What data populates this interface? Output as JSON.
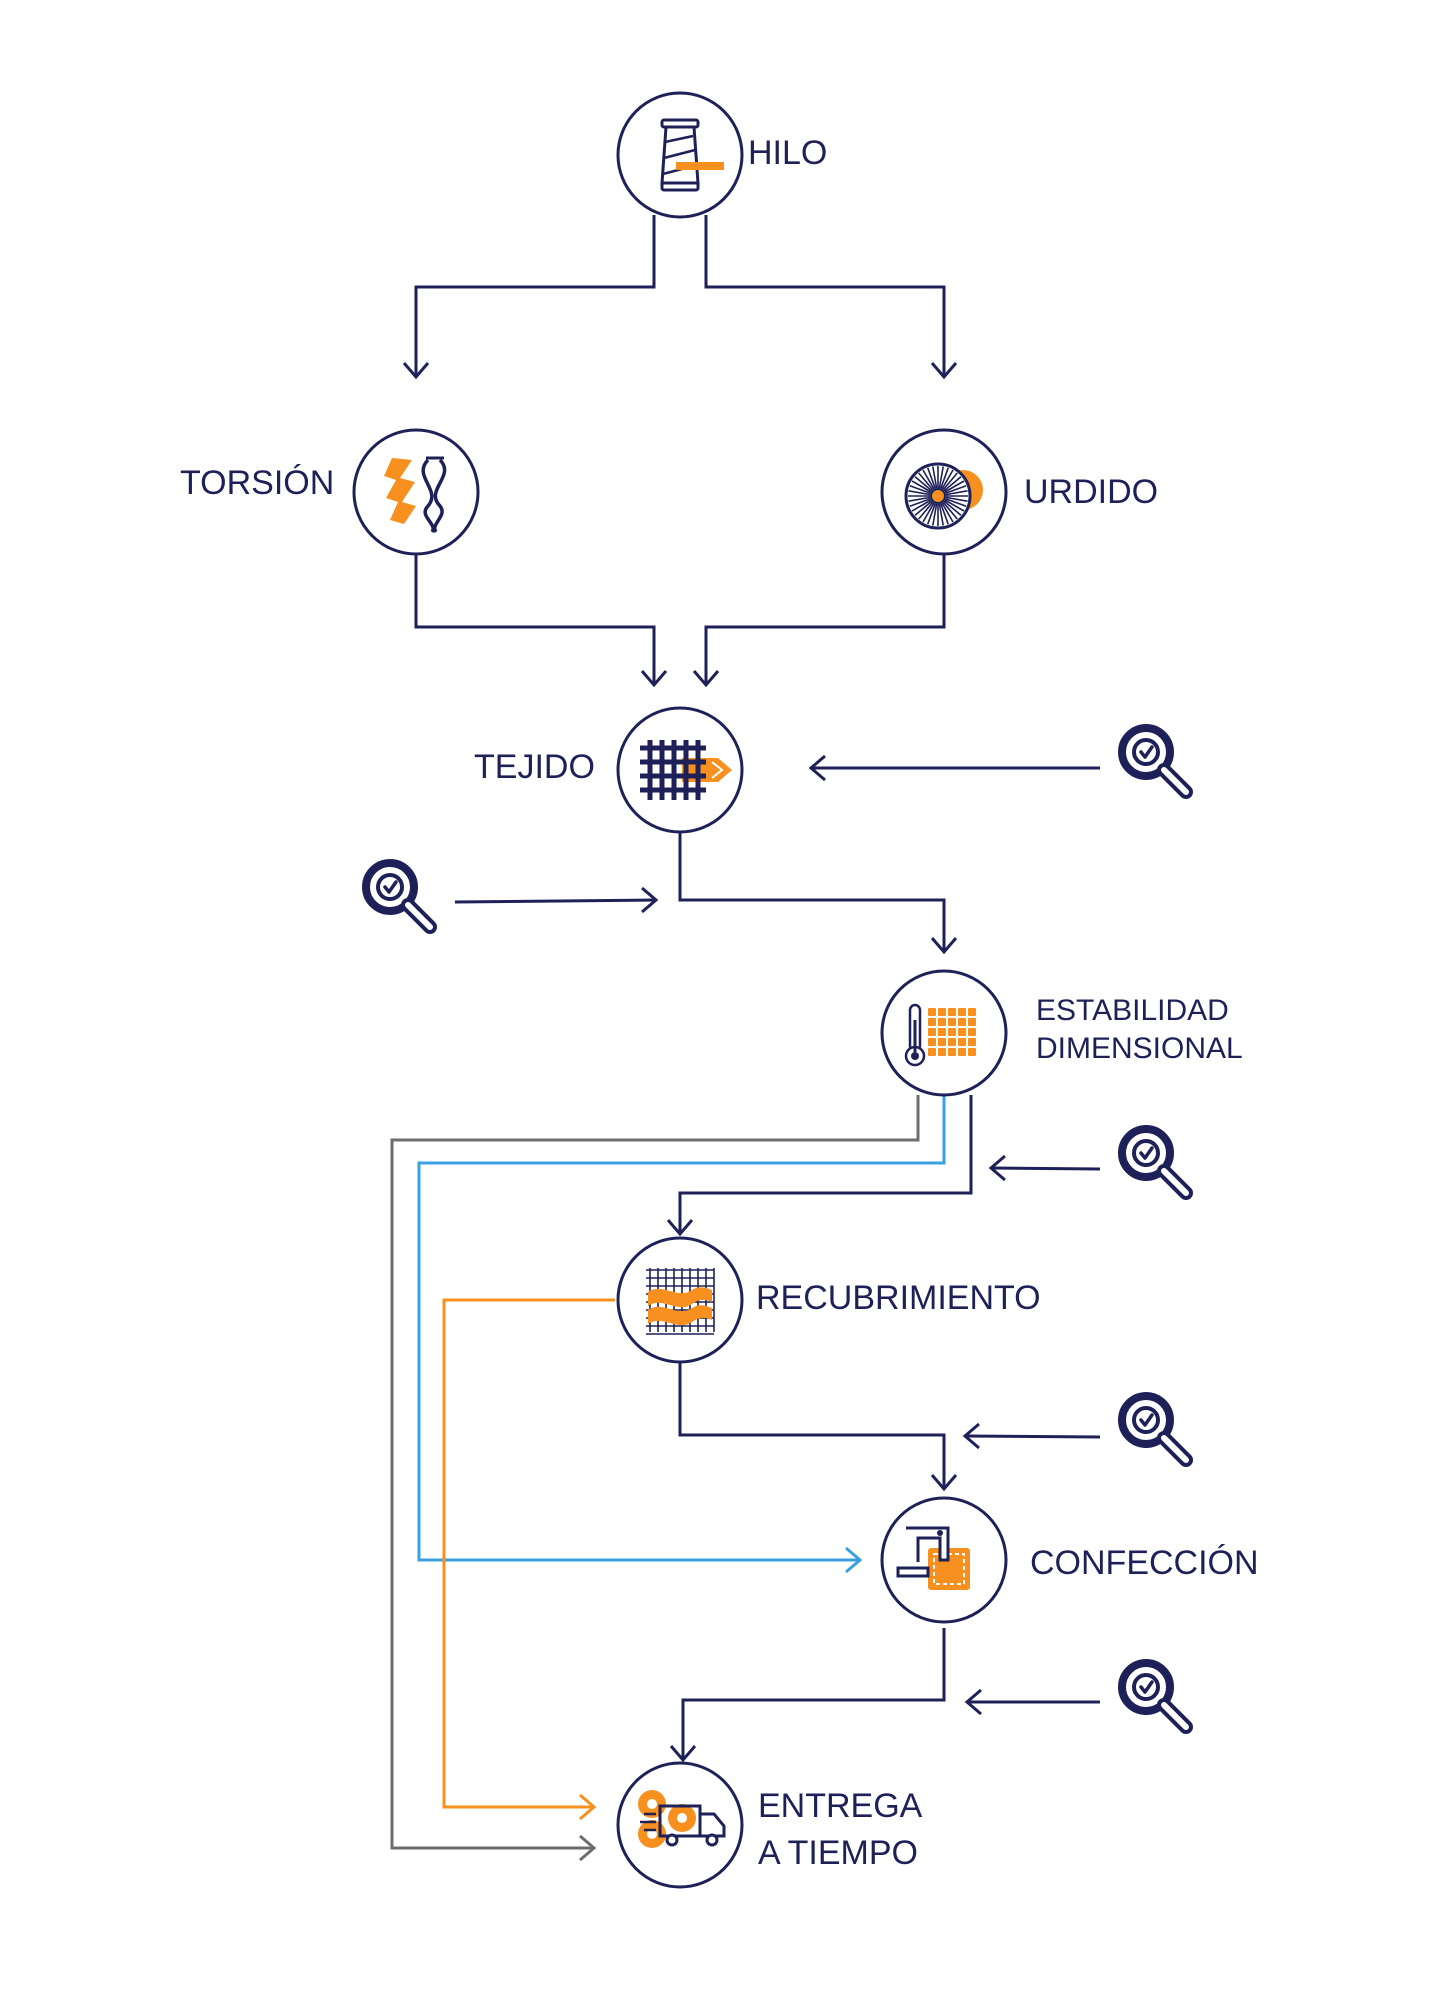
{
  "colors": {
    "navy": "#1e2158",
    "orange": "#f7901e",
    "gray": "#6e6e6e",
    "blue": "#3aa0e0",
    "white": "#ffffff"
  },
  "nodes": {
    "hilo": {
      "label": "HILO",
      "icon": "thread-spool-icon"
    },
    "torsion": {
      "label": "TORSIÓN",
      "icon": "twisted-yarn-icon"
    },
    "urdido": {
      "label": "URDIDO",
      "icon": "warp-beam-icon"
    },
    "tejido": {
      "label": "TEJIDO",
      "icon": "woven-fabric-icon"
    },
    "estabilidad": {
      "line1": "ESTABILIDAD",
      "line2": "DIMENSIONAL",
      "icon": "thermometer-grid-icon"
    },
    "recubrimiento": {
      "label": "RECUBRIMIENTO",
      "icon": "coated-fabric-icon"
    },
    "confeccion": {
      "label": "CONFECCIÓN",
      "icon": "sewing-machine-icon"
    },
    "entrega": {
      "line1": "ENTREGA",
      "line2": "A TIEMPO",
      "icon": "delivery-van-icon"
    }
  },
  "inspection_icon": "magnifier-check-icon"
}
